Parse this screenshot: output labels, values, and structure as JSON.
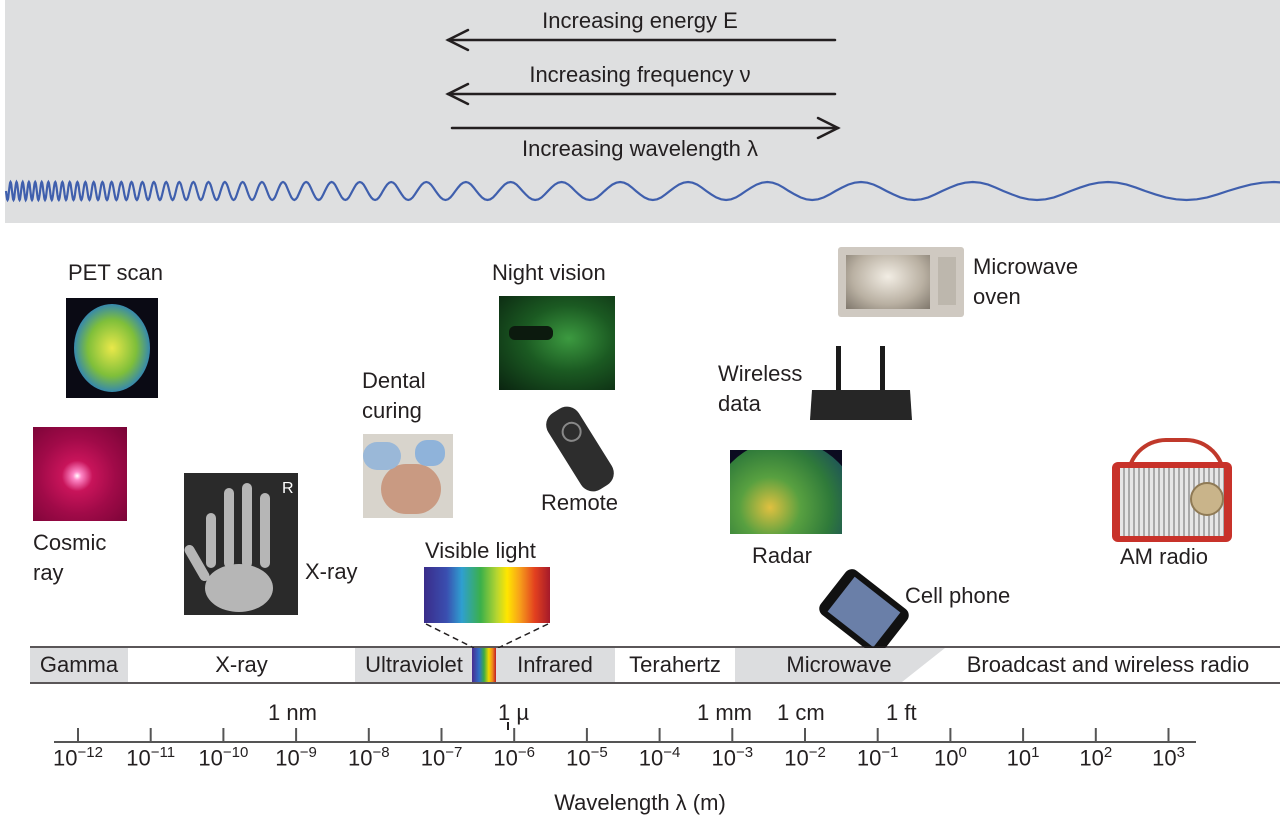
{
  "top": {
    "energy_label": "Increasing energy E",
    "frequency_label": "Increasing frequency ν",
    "wavelength_label": "Increasing wavelength λ"
  },
  "examples": {
    "pet_scan": "PET  scan",
    "cosmic_ray_1": "Cosmic",
    "cosmic_ray_2": "ray",
    "xray": "X-ray",
    "dental_1": "Dental",
    "dental_2": "curing",
    "visible_light": "Visible light",
    "night_vision": "Night vision",
    "remote": "Remote",
    "microwave_oven_1": "Microwave",
    "microwave_oven_2": "oven",
    "wireless_1": "Wireless",
    "wireless_2": "data",
    "radar": "Radar",
    "cell_phone": "Cell phone",
    "am_radio": "AM radio"
  },
  "bands": {
    "gamma": "Gamma",
    "xray": "X-ray",
    "ultraviolet": "Ultraviolet",
    "infrared": "Infrared",
    "terahertz": "Terahertz",
    "microwave": "Microwave",
    "radio": "Broadcast and wireless radio"
  },
  "units": {
    "nm": "1 nm",
    "micron": "1 µ",
    "mm": "1 mm",
    "cm": "1 cm",
    "ft": "1 ft"
  },
  "axis": {
    "base": "10",
    "exponents": [
      "−12",
      "−11",
      "−10",
      "−9",
      "−8",
      "−7",
      "−6",
      "−5",
      "−4",
      "−3",
      "−2",
      "−1",
      "0",
      "1",
      "2",
      "3"
    ],
    "label": "Wavelength λ (m)"
  },
  "colors": {
    "top_panel": "#dedfe0",
    "wave": "#3f5fad",
    "band_shade": "#dcdddf"
  }
}
